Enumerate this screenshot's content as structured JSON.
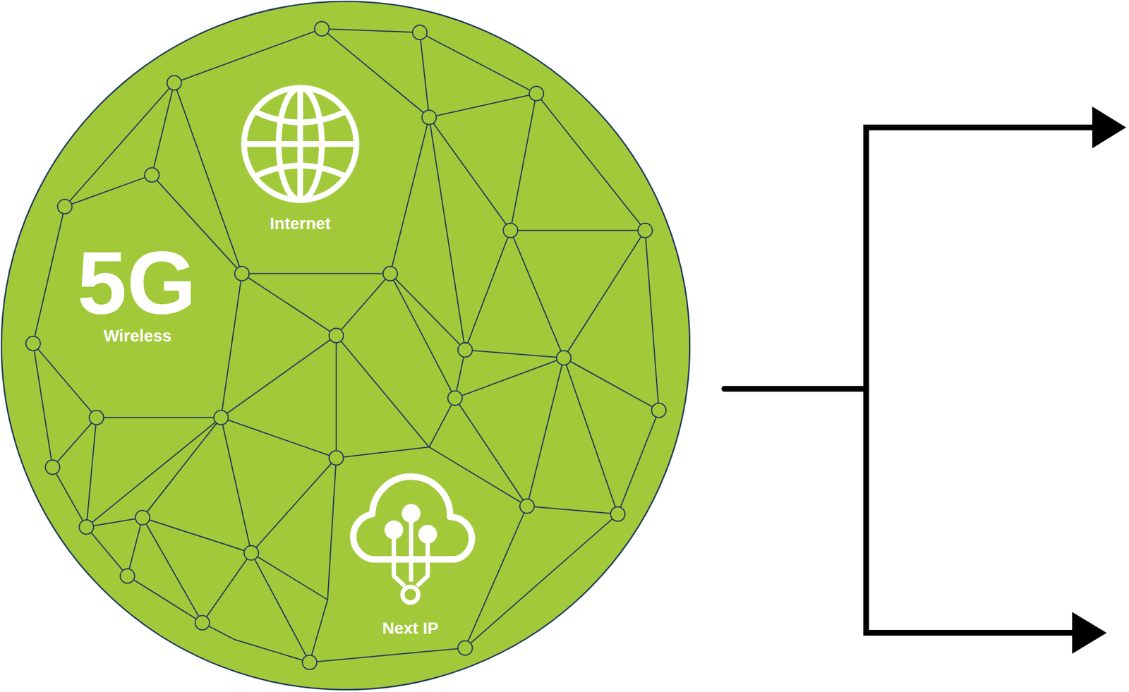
{
  "diagram": {
    "nodes": [
      {
        "text": [
          "5G",
          "Wireless",
          "Internet",
          "Next IP"
        ]
      }
    ]
  }
}
